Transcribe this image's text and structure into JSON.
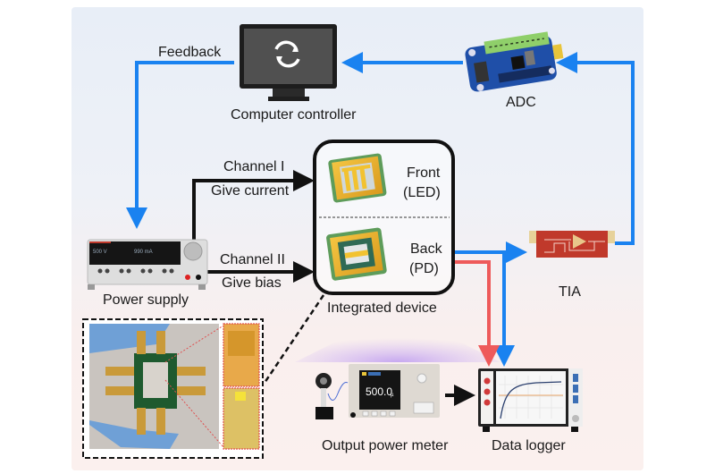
{
  "nodes": {
    "computer": {
      "label": "Computer controller",
      "icon": "refresh-icon"
    },
    "adc": {
      "label": "ADC"
    },
    "power_supply": {
      "label": "Power supply",
      "display_v": "500 V",
      "display_i": "990 mA"
    },
    "integrated_device": {
      "label": "Integrated device",
      "front_label": "Front",
      "front_sub": "(LED)",
      "back_label": "Back",
      "back_sub": "(PD)"
    },
    "tia": {
      "label": "TIA"
    },
    "power_meter": {
      "label": "Output power meter",
      "reading": "500.0",
      "reading_unit": "µ"
    },
    "data_logger": {
      "label": "Data logger"
    }
  },
  "edges": {
    "feedback": {
      "label": "Feedback"
    },
    "channel1": {
      "label": "Channel I",
      "sub": "Give current"
    },
    "channel2": {
      "label": "Channel II",
      "sub": "Give bias"
    }
  },
  "colors": {
    "blue": "#1a82f0",
    "red": "#ee5a5a",
    "black": "#111111",
    "tia_red": "#c0392b",
    "adc_blue": "#1f4fa8"
  }
}
